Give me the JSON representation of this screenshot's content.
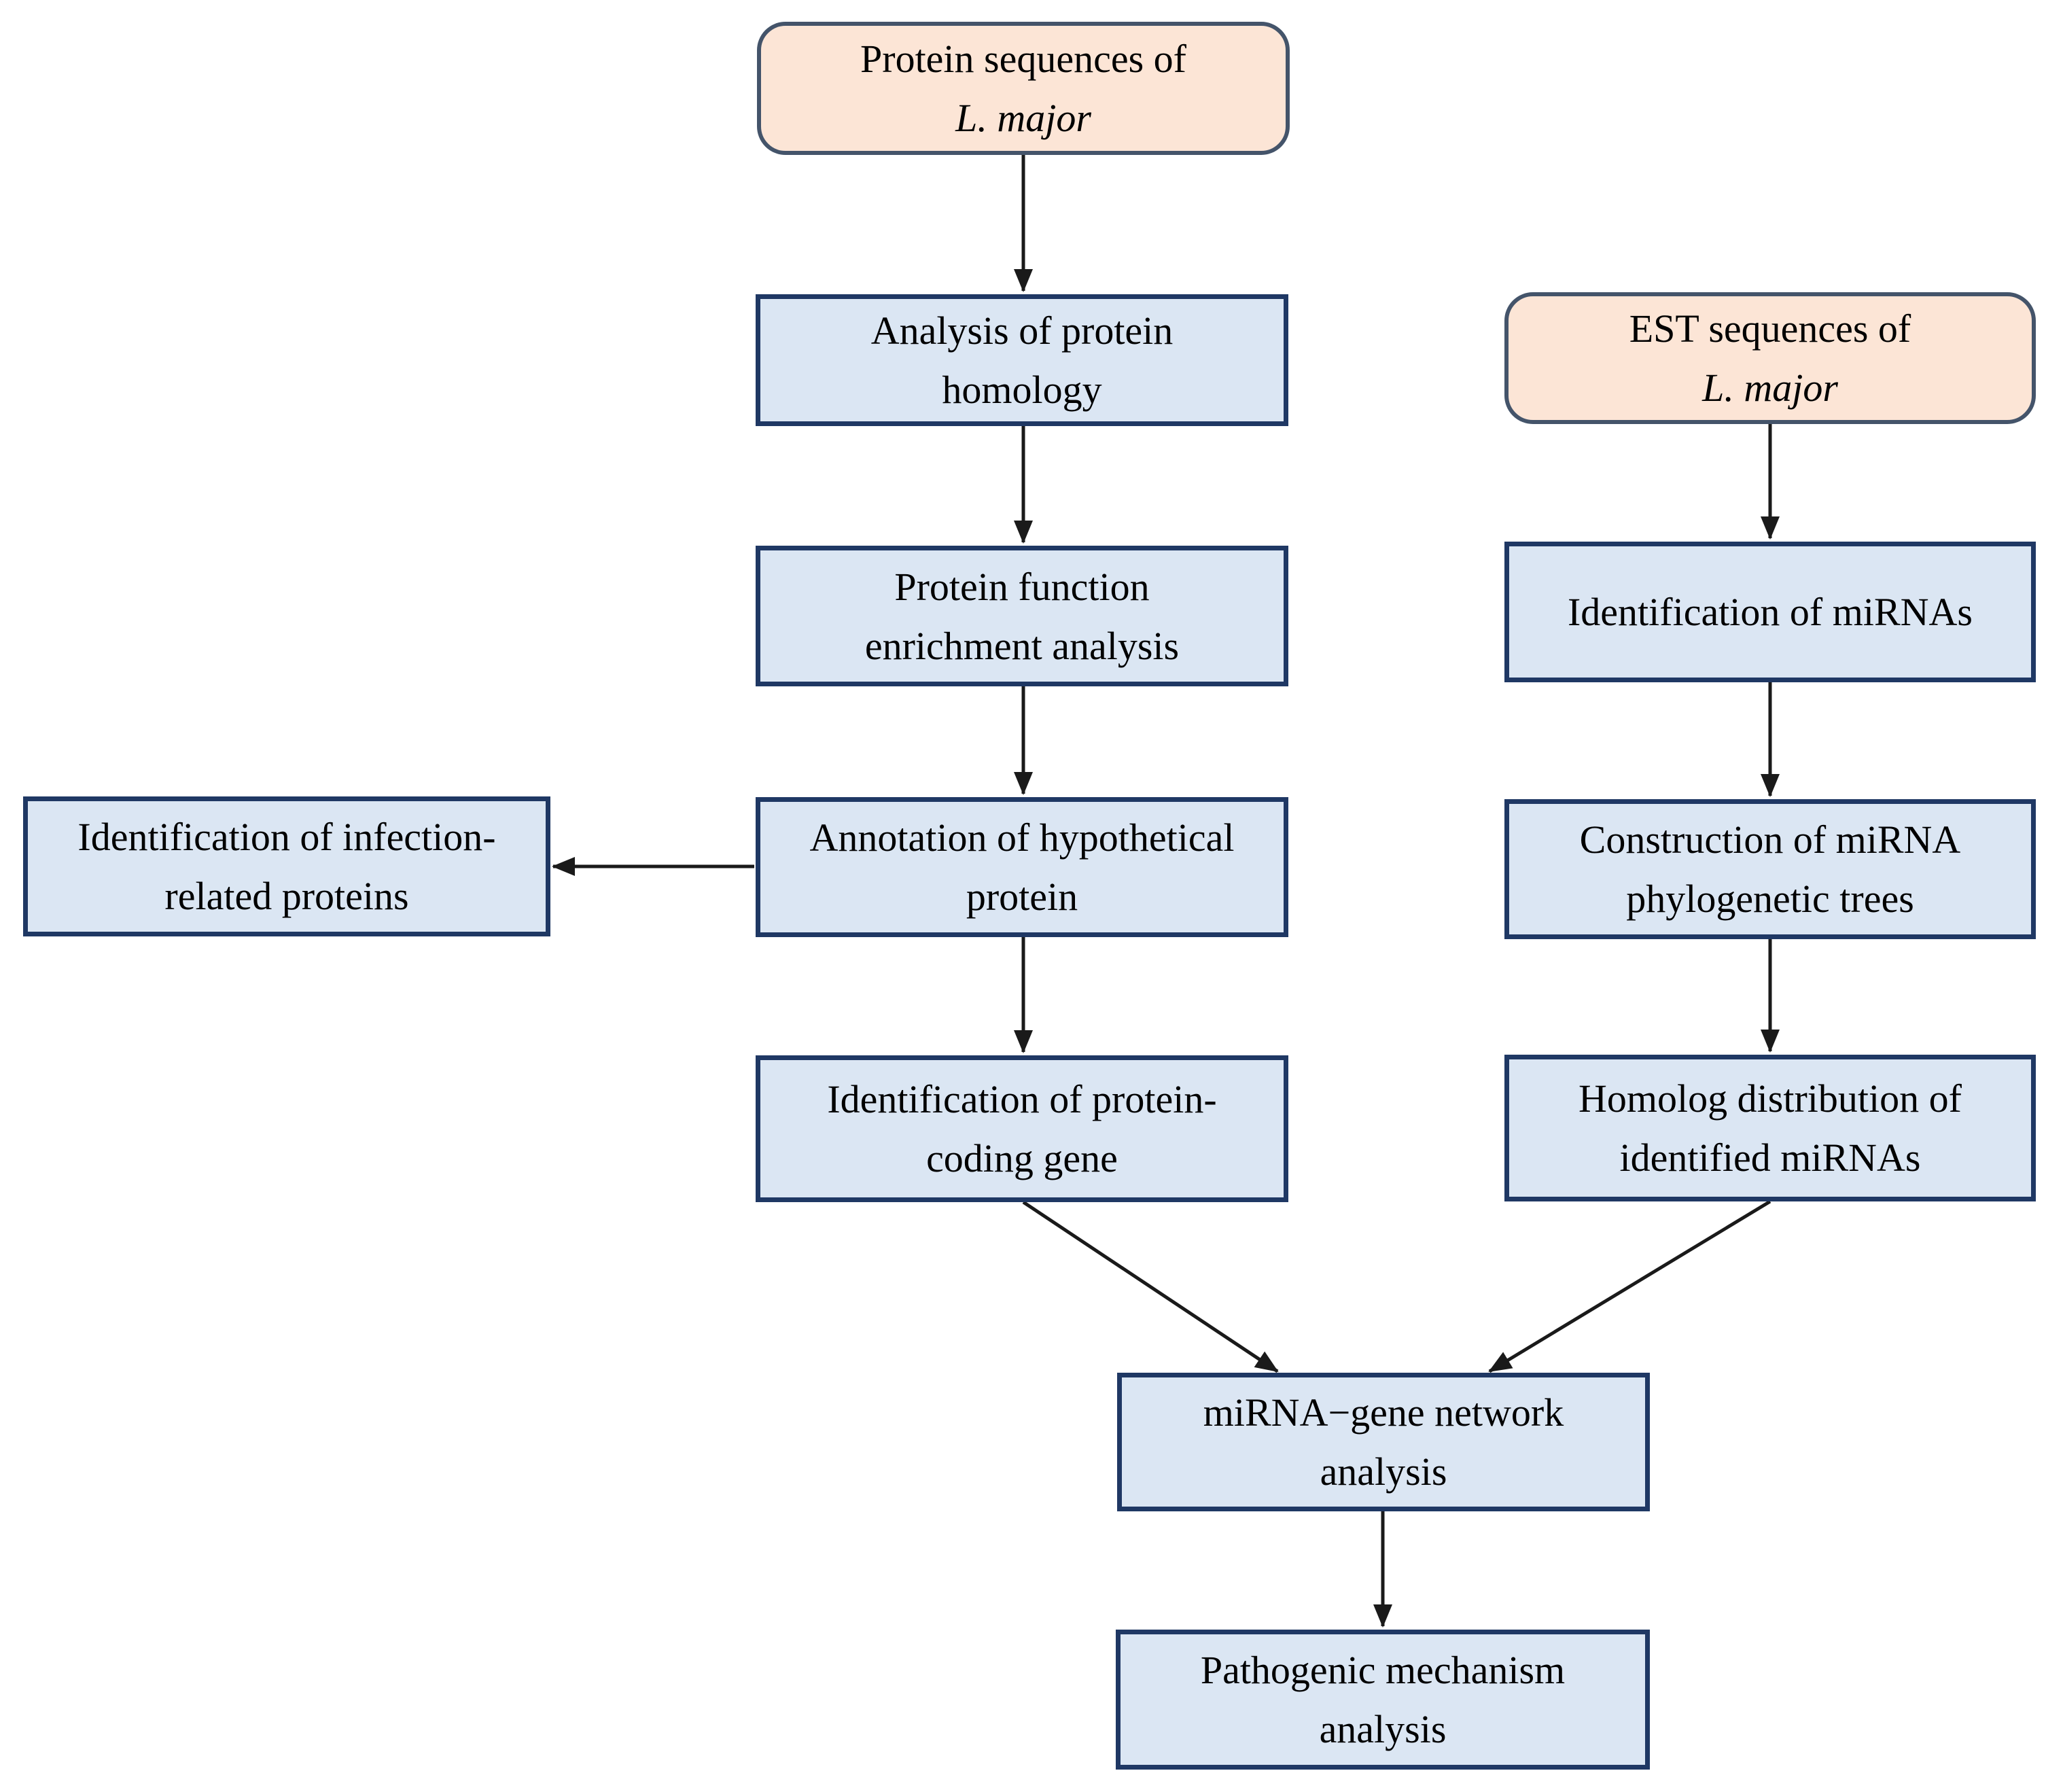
{
  "diagram": {
    "type": "flowchart",
    "description": "Workflow of protein and miRNA analysis of L. major",
    "background": "#ffffff"
  },
  "colors": {
    "process_fill": "#dbe6f3",
    "process_border": "#1f3864",
    "start_fill": "#fce5d6",
    "start_border": "#44546a",
    "arrow": "#1a1a1a",
    "text": "#000000"
  },
  "nodes": {
    "protein_seq": {
      "shape": "rounded",
      "line1": "Protein sequences of",
      "line2": "L. major"
    },
    "est_seq": {
      "shape": "rounded",
      "line1": "EST sequences of",
      "line2": "L. major"
    },
    "homology": {
      "shape": "rect",
      "label": "Analysis of protein\nhomology"
    },
    "enrichment": {
      "shape": "rect",
      "label": "Protein function\nenrichment analysis"
    },
    "annotation": {
      "shape": "rect",
      "label": "Annotation of hypothetical\nprotein"
    },
    "infection": {
      "shape": "rect",
      "label": "Identification of infection-\nrelated proteins"
    },
    "coding_gene": {
      "shape": "rect",
      "label": "Identification of protein-\ncoding gene"
    },
    "mirna_id": {
      "shape": "rect",
      "label": "Identification of miRNAs"
    },
    "phylo": {
      "shape": "rect",
      "label": "Construction of miRNA\nphylogenetic trees"
    },
    "homolog": {
      "shape": "rect",
      "label": "Homolog distribution of\nidentified miRNAs"
    },
    "network": {
      "shape": "rect",
      "label": "miRNA−gene network\nanalysis"
    },
    "pathogenic": {
      "shape": "rect",
      "label": "Pathogenic mechanism\nanalysis"
    }
  },
  "edges": [
    {
      "from": "protein_seq",
      "to": "homology",
      "points": [
        [
          1506,
          228
        ],
        [
          1506,
          428
        ]
      ]
    },
    {
      "from": "homology",
      "to": "enrichment",
      "points": [
        [
          1506,
          627
        ],
        [
          1506,
          798
        ]
      ]
    },
    {
      "from": "enrichment",
      "to": "annotation",
      "points": [
        [
          1506,
          1010
        ],
        [
          1506,
          1168
        ]
      ]
    },
    {
      "from": "annotation",
      "to": "coding_gene",
      "points": [
        [
          1506,
          1379
        ],
        [
          1506,
          1548
        ]
      ]
    },
    {
      "from": "annotation",
      "to": "infection",
      "points": [
        [
          1110,
          1275
        ],
        [
          814,
          1275
        ]
      ]
    },
    {
      "from": "est_seq",
      "to": "mirna_id",
      "points": [
        [
          2605,
          624
        ],
        [
          2605,
          792
        ]
      ]
    },
    {
      "from": "mirna_id",
      "to": "phylo",
      "points": [
        [
          2605,
          1004
        ],
        [
          2605,
          1171
        ]
      ]
    },
    {
      "from": "phylo",
      "to": "homolog",
      "points": [
        [
          2605,
          1382
        ],
        [
          2605,
          1547
        ]
      ]
    },
    {
      "from": "coding_gene",
      "to": "network",
      "points": [
        [
          1506,
          1769
        ],
        [
          1880,
          2018
        ]
      ]
    },
    {
      "from": "homolog",
      "to": "network",
      "points": [
        [
          2605,
          1768
        ],
        [
          2192,
          2018
        ]
      ]
    },
    {
      "from": "network",
      "to": "pathogenic",
      "points": [
        [
          2035,
          2224
        ],
        [
          2035,
          2393
        ]
      ]
    }
  ]
}
